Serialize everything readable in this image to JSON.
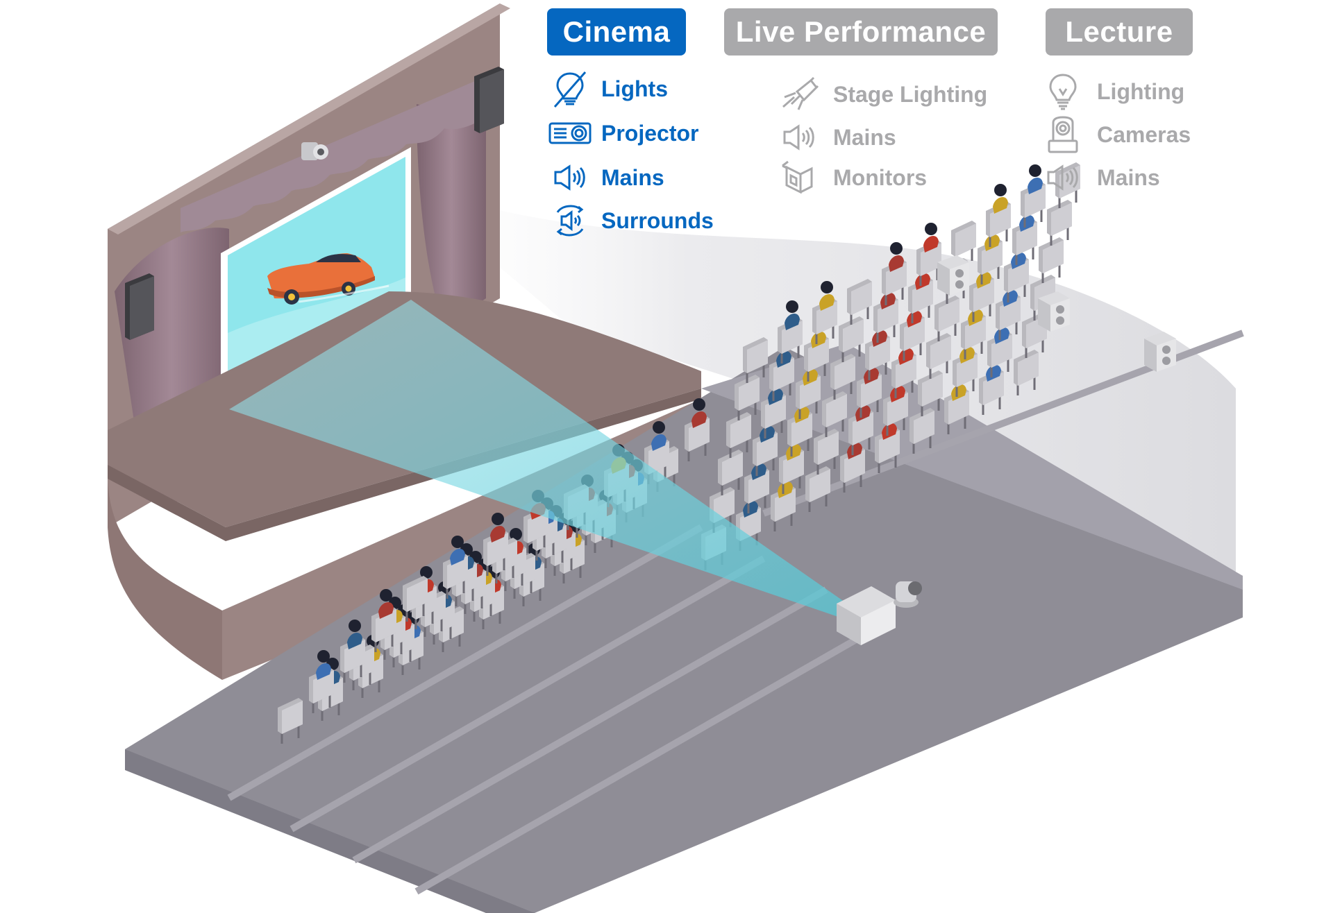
{
  "colors": {
    "active_blue": "#0567c0",
    "inactive_gray": "#a9a9ab",
    "screen_cyan": "#8fe6ec",
    "car_orange": "#e9703a",
    "stage_brown": "#9b8583",
    "floor_gray": "#8f8d96",
    "seat_gray": "#b9b8bd"
  },
  "modes": [
    {
      "label": "Cinema",
      "active": true,
      "items": [
        {
          "icon": "lights-off-icon",
          "label": "Lights"
        },
        {
          "icon": "projector-icon",
          "label": "Projector"
        },
        {
          "icon": "speaker-icon",
          "label": "Mains"
        },
        {
          "icon": "surround-speaker-icon",
          "label": "Surrounds"
        }
      ]
    },
    {
      "label": "Live Performance",
      "active": false,
      "items": [
        {
          "icon": "stage-light-icon",
          "label": "Stage Lighting"
        },
        {
          "icon": "speaker-icon",
          "label": "Mains"
        },
        {
          "icon": "monitor-speaker-icon",
          "label": "Monitors"
        }
      ]
    },
    {
      "label": "Lecture",
      "active": false,
      "items": [
        {
          "icon": "lightbulb-icon",
          "label": "Lighting"
        },
        {
          "icon": "ptz-camera-icon",
          "label": "Cameras"
        },
        {
          "icon": "speaker-icon",
          "label": "Mains"
        }
      ]
    }
  ]
}
